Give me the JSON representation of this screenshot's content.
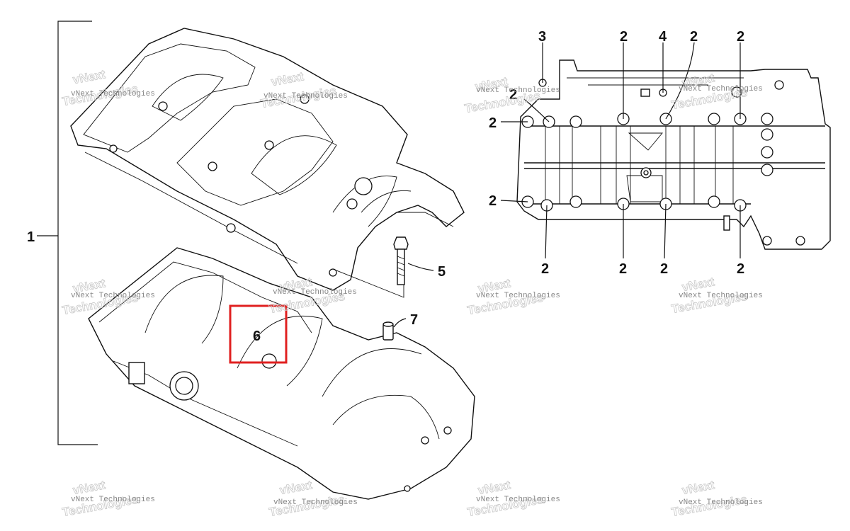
{
  "diagram": {
    "callouts": {
      "c1": "1",
      "c5": "5",
      "c6": "6",
      "c7": "7",
      "c3": "3",
      "c4": "4",
      "c2": "2"
    },
    "watermark": {
      "line1": "vNext Technologies",
      "line2": "vNext",
      "line3": "Technologies"
    },
    "colors": {
      "highlight": "#e02020",
      "line": "#111111",
      "watermark": "#c8c8c8"
    }
  }
}
